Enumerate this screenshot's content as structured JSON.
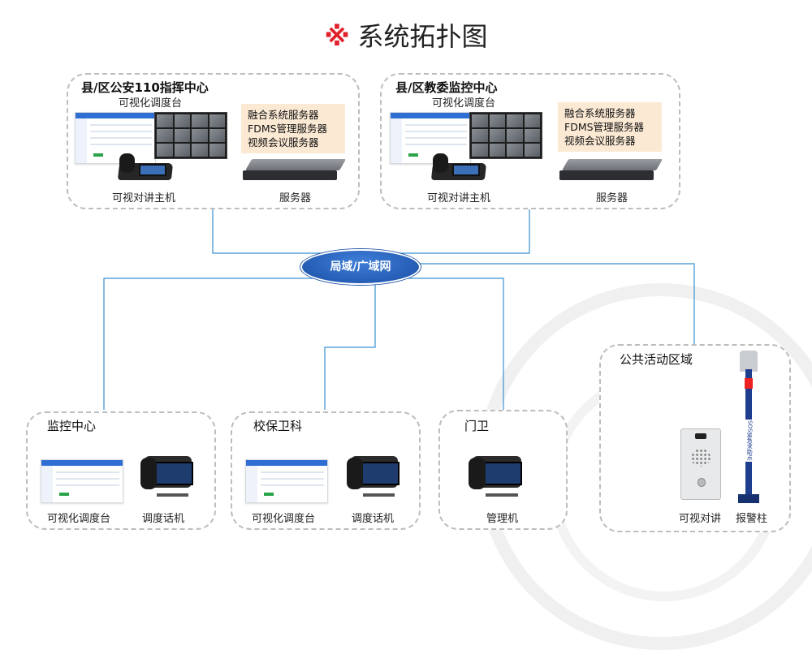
{
  "title": {
    "mark": "※",
    "text": "系统拓扑图"
  },
  "network": {
    "label": "局域/广域网"
  },
  "top_left": {
    "title": "县/区公安110指挥中心",
    "console_label": "可视化调度台",
    "services": [
      "融合系统服务器",
      "FDMS管理服务器",
      "视频会议服务器"
    ],
    "intercom_label": "可视对讲主机",
    "server_label": "服务器"
  },
  "top_right": {
    "title": "县/区教委监控中心",
    "console_label": "可视化调度台",
    "services": [
      "融合系统服务器",
      "FDMS管理服务器",
      "视频会议服务器"
    ],
    "intercom_label": "可视对讲主机",
    "server_label": "服务器"
  },
  "monitor": {
    "title": "监控中心",
    "console_label": "可视化调度台",
    "phone_label": "调度话机"
  },
  "security": {
    "title": "校保卫科",
    "console_label": "可视化调度台",
    "phone_label": "调度话机"
  },
  "gate": {
    "title": "门卫",
    "phone_label": "管理机"
  },
  "public": {
    "title": "公共活动区域",
    "intercom_label": "可视对讲",
    "pillar_label": "报警柱",
    "pillar_panel": "SOS紧急求助点"
  },
  "colors": {
    "link": "#3a8fd0",
    "lan": "#1b4fa6",
    "accent": "#e0202a",
    "note_bg": "#fbe9d4"
  }
}
